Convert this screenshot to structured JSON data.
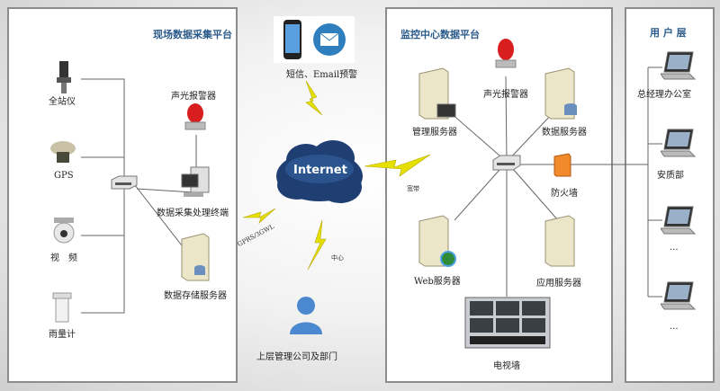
{
  "field_platform": {
    "title": "现场数据采集平台",
    "devices": [
      {
        "label": "全站仪",
        "icon": "total-station-icon"
      },
      {
        "label": "GPS",
        "icon": "gps-receiver-icon"
      },
      {
        "label": "视　频",
        "icon": "video-camera-icon"
      },
      {
        "label": "雨量计",
        "icon": "rain-gauge-icon"
      }
    ],
    "alarm_label": "声光报警器",
    "terminal_label": "数据采集处理终端",
    "storage_label": "数据存储服务器"
  },
  "internet": {
    "label": "Internet",
    "notify_label": "短信、Email预警",
    "link_gprs": "GPRS/3GWL",
    "link_net": "宽带",
    "link_up": "中心"
  },
  "upper": {
    "label": "上层管理公司及部门"
  },
  "center_platform": {
    "title": "监控中心数据平台",
    "alarm_label": "声光报警器",
    "mgmt_label": "管理服务器",
    "data_label": "数据服务器",
    "firewall_label": "防火墙",
    "web_label": "Web服务器",
    "app_label": "应用服务器",
    "tvwall_label": "电视墙"
  },
  "user_layer": {
    "title": "用 户 层",
    "users": [
      "总经理办公室",
      "安质部",
      "...",
      "..."
    ]
  },
  "colors": {
    "panel_title": "#2a5a8a",
    "lightning": "#e5e000",
    "cloud": "#1f3f73",
    "server": "#ece6c8"
  }
}
